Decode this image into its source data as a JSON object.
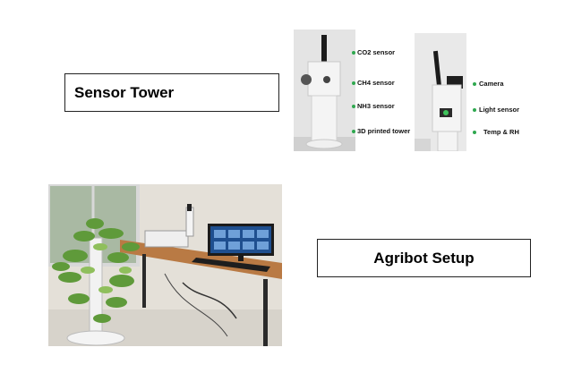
{
  "labels": {
    "sensor_tower": "Sensor Tower",
    "agribot_setup": "Agribot Setup"
  },
  "callouts_left": [
    "CO2 sensor",
    "CH4 sensor",
    "NH3 sensor",
    "3D printed tower"
  ],
  "callouts_right": [
    "Camera",
    "Light sensor",
    "Temp & RH"
  ],
  "colors": {
    "callout_dot": "#2fa84f",
    "tower": "#f4f4f4",
    "screen": "#1f4f8f",
    "table": "#b97a44",
    "plant": "#5f9a3a"
  }
}
